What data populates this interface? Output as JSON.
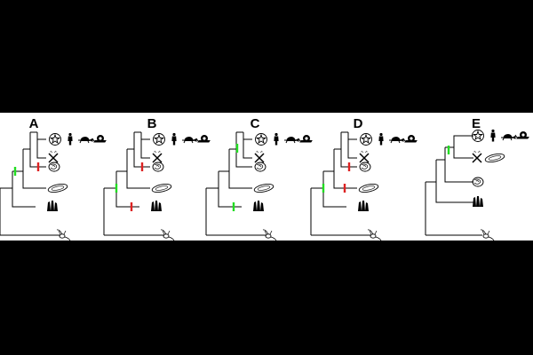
{
  "colors": {
    "background": "#000000",
    "band": "#ffffff",
    "line": "#000000",
    "gain_marker": "#22dd22",
    "loss_marker": "#dd2222"
  },
  "taxa_icons": [
    "star-icon",
    "human-icon",
    "turtle-icon",
    "snail-icon",
    "fly-icon",
    "brain-coral-icon",
    "flatworm-icon",
    "sponge-icon",
    "choanoflagellate-icon"
  ],
  "panels": [
    {
      "label": "A",
      "topology": "split",
      "markers": [
        {
          "node": "bilateria-crown",
          "kind": "gain"
        },
        {
          "node": "protostome",
          "kind": "loss"
        }
      ]
    },
    {
      "label": "B",
      "topology": "split",
      "markers": [
        {
          "node": "root-metazoa",
          "kind": "gain"
        },
        {
          "node": "protostome",
          "kind": "loss"
        },
        {
          "node": "sponge-branch",
          "kind": "loss"
        }
      ]
    },
    {
      "label": "C",
      "topology": "split",
      "markers": [
        {
          "node": "deuterostome",
          "kind": "gain"
        },
        {
          "node": "sponge-branch",
          "kind": "gain"
        }
      ]
    },
    {
      "label": "D",
      "topology": "split",
      "markers": [
        {
          "node": "root-metazoa",
          "kind": "gain"
        },
        {
          "node": "protostome",
          "kind": "loss"
        },
        {
          "node": "cnidaria",
          "kind": "loss"
        }
      ]
    },
    {
      "label": "E",
      "topology": "merged",
      "markers": [
        {
          "node": "bilateria-crown",
          "kind": "gain"
        }
      ]
    }
  ]
}
